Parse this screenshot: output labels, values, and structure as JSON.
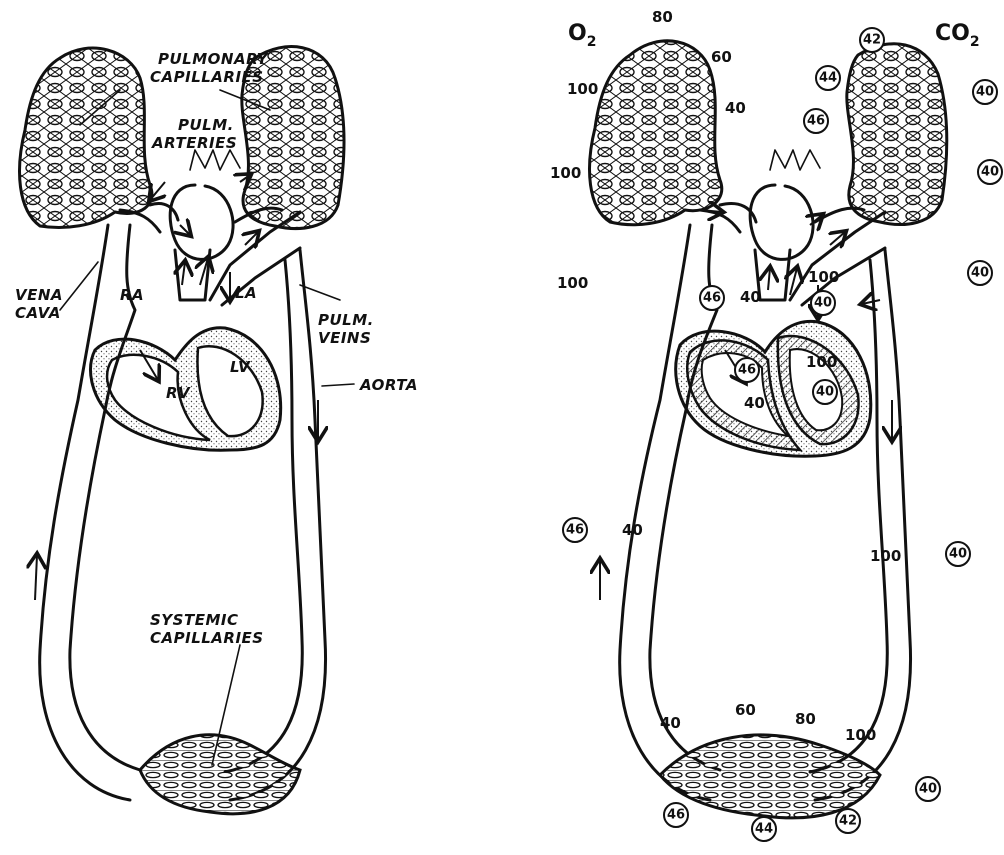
{
  "left_panel": {
    "labels": {
      "pulmonary_capillaries_1": "PULMONARY",
      "pulmonary_capillaries_2": "CAPILLARIES",
      "pulm_arteries_1": "PULM.",
      "pulm_arteries_2": "ARTERIES",
      "ra": "RA",
      "la": "LA",
      "rv": "RV",
      "lv": "LV",
      "vena_cava_1": "VENA",
      "vena_cava_2": "CAVA",
      "pulm_veins_1": "PULM.",
      "pulm_veins_2": "VEINS",
      "aorta": "AORTA",
      "systemic_capillaries_1": "SYSTEMIC",
      "systemic_capillaries_2": "CAPILLARIES"
    }
  },
  "right_panel": {
    "o2_label": "O",
    "o2_sub": "2",
    "co2_label": "CO",
    "co2_sub": "2",
    "o2_values": {
      "lung_top_80": "80",
      "lung_60": "60",
      "lung_40": "40",
      "lung_100_a": "100",
      "lung_100_b": "100",
      "lung_100_c": "100",
      "ra_40": "40",
      "la_100": "100",
      "lv_100": "100",
      "rv_40": "40",
      "vena_40": "40",
      "aorta_100": "100",
      "sys_40": "40",
      "sys_60": "60",
      "sys_80": "80",
      "sys_100": "100"
    },
    "co2_values": {
      "lung_42": "42",
      "lung_44": "44",
      "lung_46": "46",
      "lung_40_a": "40",
      "lung_40_b": "40",
      "lung_40_c": "40",
      "ra_46": "46",
      "la_40": "40",
      "rv_46": "46",
      "lv_40": "40",
      "vena_46": "46",
      "aorta_40": "40",
      "sys_46": "46",
      "sys_44": "44",
      "sys_42": "42",
      "sys_40": "40"
    }
  }
}
